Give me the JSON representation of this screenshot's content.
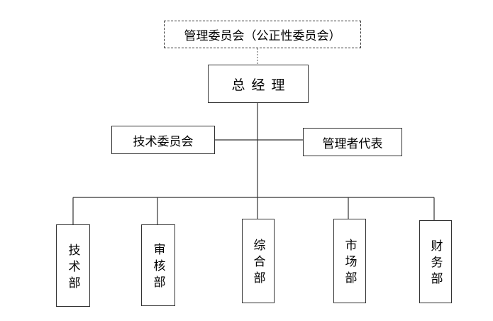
{
  "committee": {
    "label": "管理委员会（公正性委员会）"
  },
  "gm": {
    "label": "总经理"
  },
  "tech_committee": {
    "label": "技术委员会"
  },
  "mgmt_rep": {
    "label": "管理者代表"
  },
  "departments": [
    {
      "label": "技术部"
    },
    {
      "label": "审核部"
    },
    {
      "label": "综合部"
    },
    {
      "label": "市场部"
    },
    {
      "label": "财务部"
    }
  ]
}
